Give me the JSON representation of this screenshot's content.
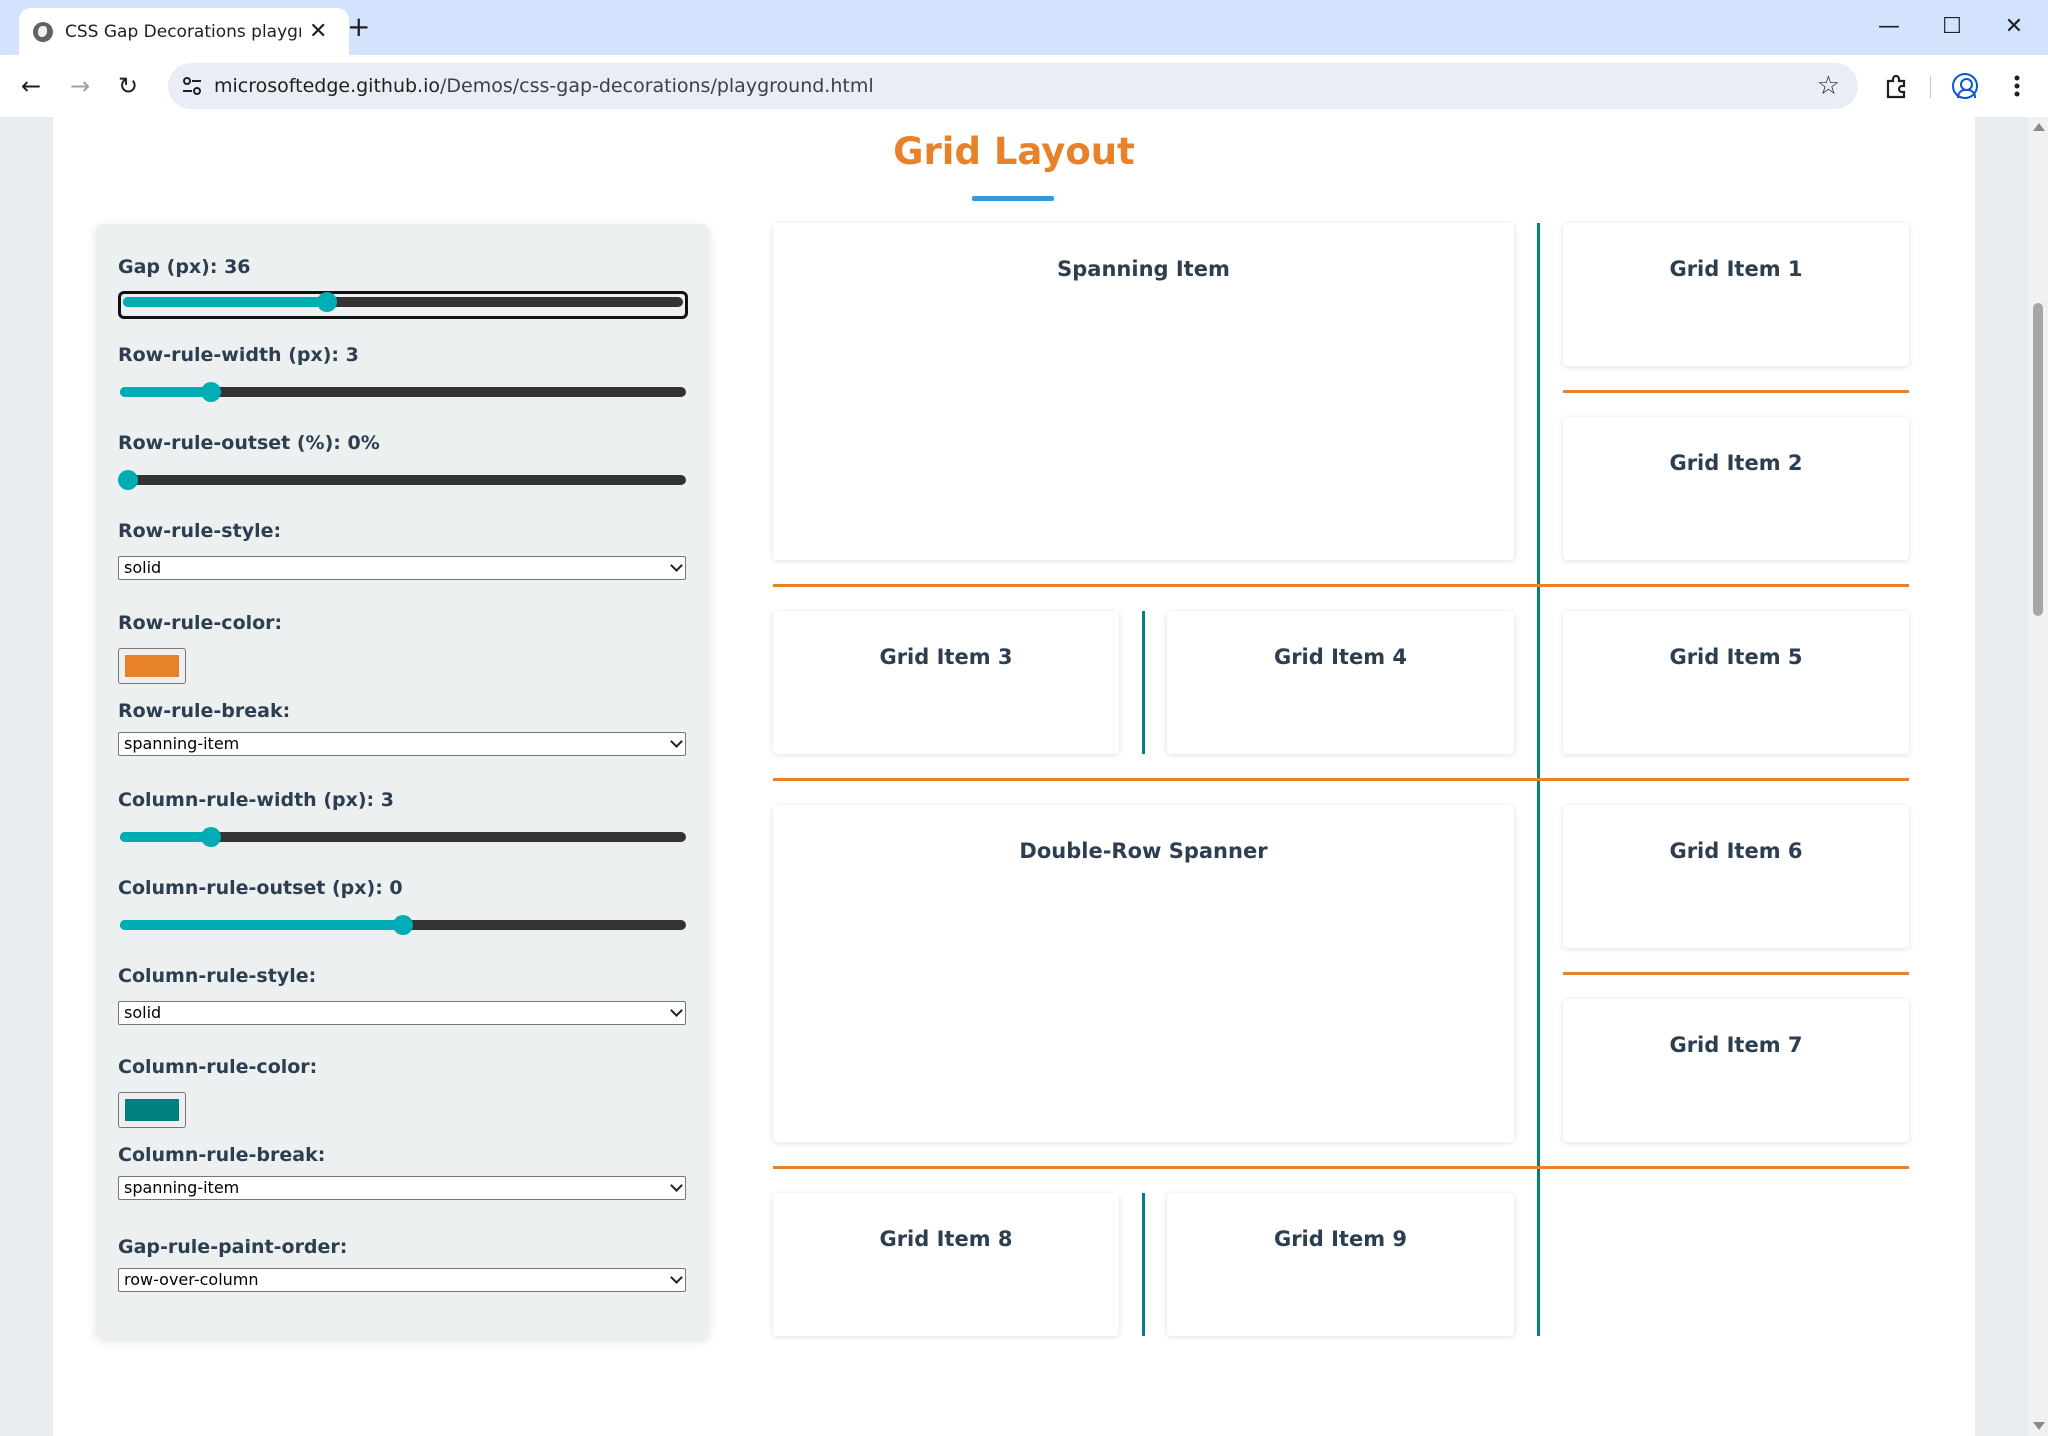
{
  "browser": {
    "tab_title": "CSS Gap Decorations playground",
    "tab_close": "✕",
    "new_tab": "+",
    "url_host": "microsoftedge.github.io",
    "url_path": "/Demos/css-gap-decorations/playground.html",
    "window_controls": {
      "minimize": "—",
      "maximize": "☐",
      "close": "✕"
    },
    "nav": {
      "back": "←",
      "forward": "→",
      "reload": "↻"
    }
  },
  "page": {
    "title": "Grid Layout"
  },
  "controls": {
    "gap": {
      "label": "Gap (px): 36",
      "value": 36,
      "min": 0,
      "max": 100
    },
    "row_rule_width": {
      "label": "Row-rule-width (px): 3",
      "value": 3,
      "min": 0,
      "max": 20
    },
    "row_rule_outset": {
      "label": "Row-rule-outset (%): 0%",
      "value": 0,
      "min": 0,
      "max": 100
    },
    "row_rule_style": {
      "label": "Row-rule-style:",
      "value": "solid"
    },
    "row_rule_color": {
      "label": "Row-rule-color:",
      "value": "#e8822a"
    },
    "row_rule_break": {
      "label": "Row-rule-break:",
      "value": "spanning-item"
    },
    "column_rule_width": {
      "label": "Column-rule-width (px): 3",
      "value": 3,
      "min": 0,
      "max": 20
    },
    "column_rule_outset": {
      "label": "Column-rule-outset (px): 0",
      "value": 0,
      "min": -50,
      "max": 50
    },
    "column_rule_style": {
      "label": "Column-rule-style:",
      "value": "solid"
    },
    "column_rule_color": {
      "label": "Column-rule-color:",
      "value": "#008080"
    },
    "column_rule_break": {
      "label": "Column-rule-break:",
      "value": "spanning-item"
    },
    "gap_rule_paint_order": {
      "label": "Gap-rule-paint-order:",
      "value": "row-over-column"
    }
  },
  "grid": {
    "spanning_item": "Spanning Item",
    "item_1": "Grid Item 1",
    "item_2": "Grid Item 2",
    "item_3": "Grid Item 3",
    "item_4": "Grid Item 4",
    "item_5": "Grid Item 5",
    "double_row_spanner": "Double-Row Spanner",
    "item_6": "Grid Item 6",
    "item_7": "Grid Item 7",
    "item_8": "Grid Item 8",
    "item_9": "Grid Item 9"
  },
  "colors": {
    "accent_title": "#e8822a",
    "title_underline": "#3498db",
    "slider_accent": "#00adb5",
    "row_rule": "#e8822a",
    "column_rule": "#008080"
  }
}
